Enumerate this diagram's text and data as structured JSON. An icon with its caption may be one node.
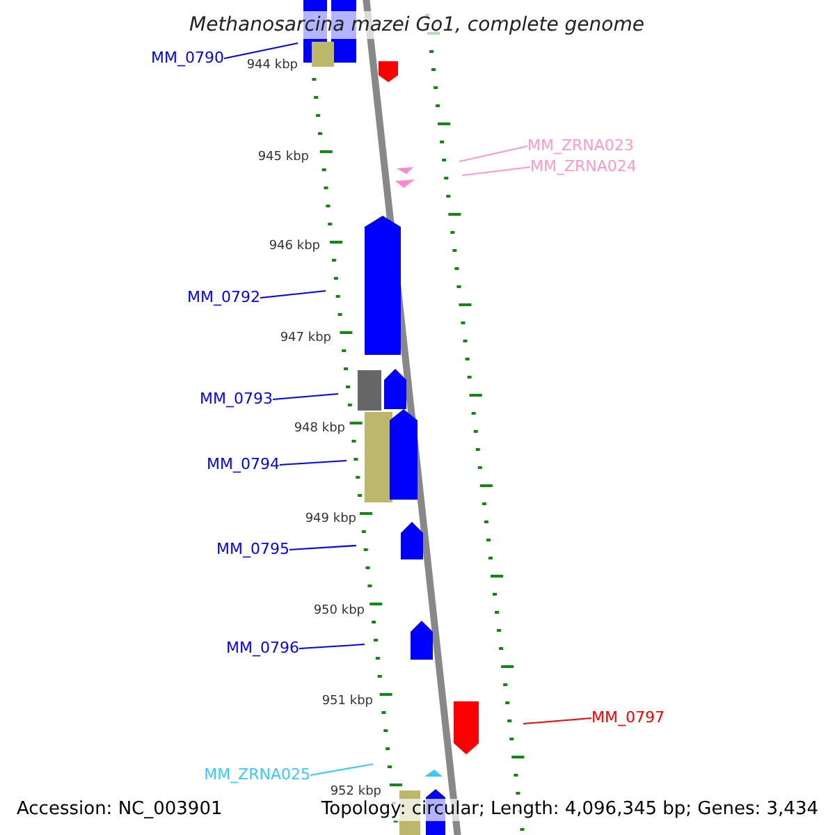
{
  "diagram": {
    "title": "Methanosarcina mazei Go1, complete genome",
    "nodes": [
      {
        "text": [
          "MM_0790"
        ]
      },
      {
        "text": [
          "MM_ZRNA023"
        ]
      },
      {
        "text": [
          "MM_ZRNA024"
        ]
      },
      {
        "text": [
          "MM_0792"
        ]
      },
      {
        "text": [
          "MM_0793"
        ]
      },
      {
        "text": [
          "MM_0794"
        ]
      },
      {
        "text": [
          "MM_0795"
        ]
      },
      {
        "text": [
          "MM_0796"
        ]
      },
      {
        "text": [
          "MM_0797"
        ]
      },
      {
        "text": [
          "MM_ZRNA025"
        ]
      }
    ],
    "edges": [
      {
        "from": 0,
        "to": null,
        "arrow": "none"
      },
      {
        "from": 1,
        "to": null,
        "arrow": "none",
        "color": "#ff99cc"
      },
      {
        "from": 2,
        "to": null,
        "arrow": "none",
        "color": "#ff99cc"
      },
      {
        "from": 3,
        "to": null,
        "arrow": "none"
      },
      {
        "from": 4,
        "to": null,
        "arrow": "none"
      },
      {
        "from": 5,
        "to": null,
        "arrow": "none"
      },
      {
        "from": 6,
        "to": null,
        "arrow": "none"
      },
      {
        "from": 7,
        "to": null,
        "arrow": "none"
      },
      {
        "from": 8,
        "to": null,
        "arrow": "none",
        "color": "#ff0000"
      },
      {
        "from": 9,
        "to": null,
        "arrow": "none",
        "color": "#33ccff"
      }
    ],
    "labels": [
      "944 kbp",
      "945 kbp",
      "946 kbp",
      "947 kbp",
      "948 kbp",
      "949 kbp",
      "950 kbp",
      "951 kbp",
      "952 kbp",
      "Accession: NC_003901",
      "Topology: circular; Length: 4,096,345 bp; Genes: 3,434"
    ]
  }
}
